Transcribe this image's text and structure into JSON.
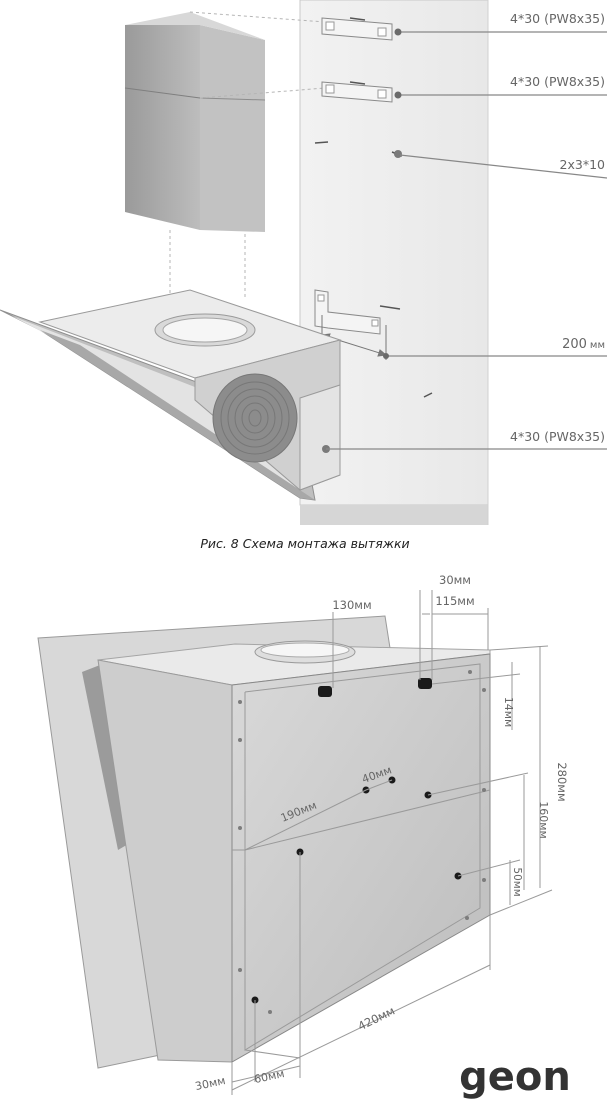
{
  "figure1": {
    "callouts": [
      "4*30 (PW8x35)",
      "4*30 (PW8x35)",
      "2x3*10",
      "200",
      "4*30 (PW8x35)"
    ],
    "unit_mm": "мм",
    "caption": "Рис. 8 Схема монтажа вытяжки"
  },
  "figure2": {
    "dims": {
      "d130": "130мм",
      "d30_top": "30мм",
      "d115": "115мм",
      "d14": "14мм",
      "d280": "280мм",
      "d40": "40мм",
      "d190": "190мм",
      "d160": "160мм",
      "d50": "50мм",
      "d420": "420мм",
      "d30_bottom": "30мм",
      "d60": "60мм"
    }
  },
  "brand": "geon",
  "colors": {
    "line": "#888888",
    "metal_light": "#e6e6e6",
    "metal_mid": "#c8c8c8",
    "metal_dark": "#9f9f9f",
    "hole": "#1a1a1a"
  }
}
